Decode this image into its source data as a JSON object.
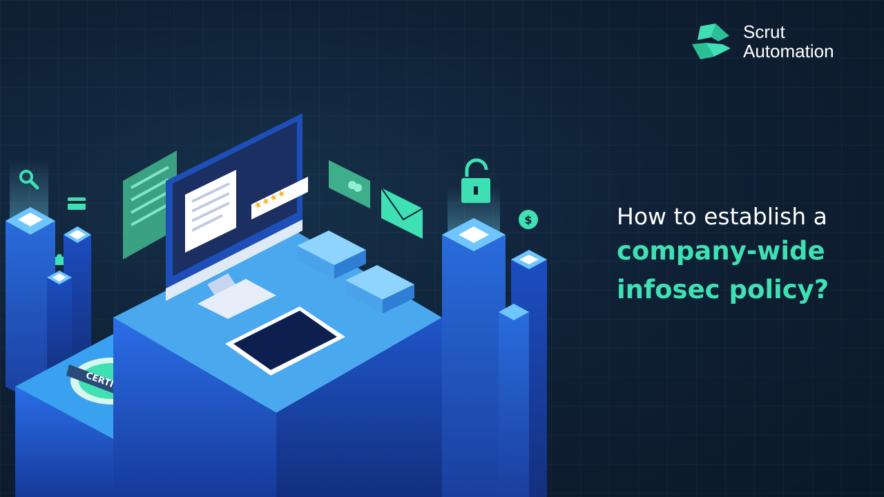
{
  "brand": {
    "name_line1": "Scrut",
    "name_line2": "Automation",
    "accent_color": "#3fe0b4"
  },
  "headline": {
    "line1": "How to establish a",
    "line2": "company-wide",
    "line3": "infosec policy?"
  },
  "illustration": {
    "badge_text": "CERTIFIED",
    "rating_stars": 4,
    "icons": [
      "search-icon",
      "credit-card-icon",
      "puzzle-icon",
      "lock-open-icon",
      "dollar-icon",
      "envelope-icon",
      "monitor-icon",
      "tablet-icon"
    ]
  }
}
